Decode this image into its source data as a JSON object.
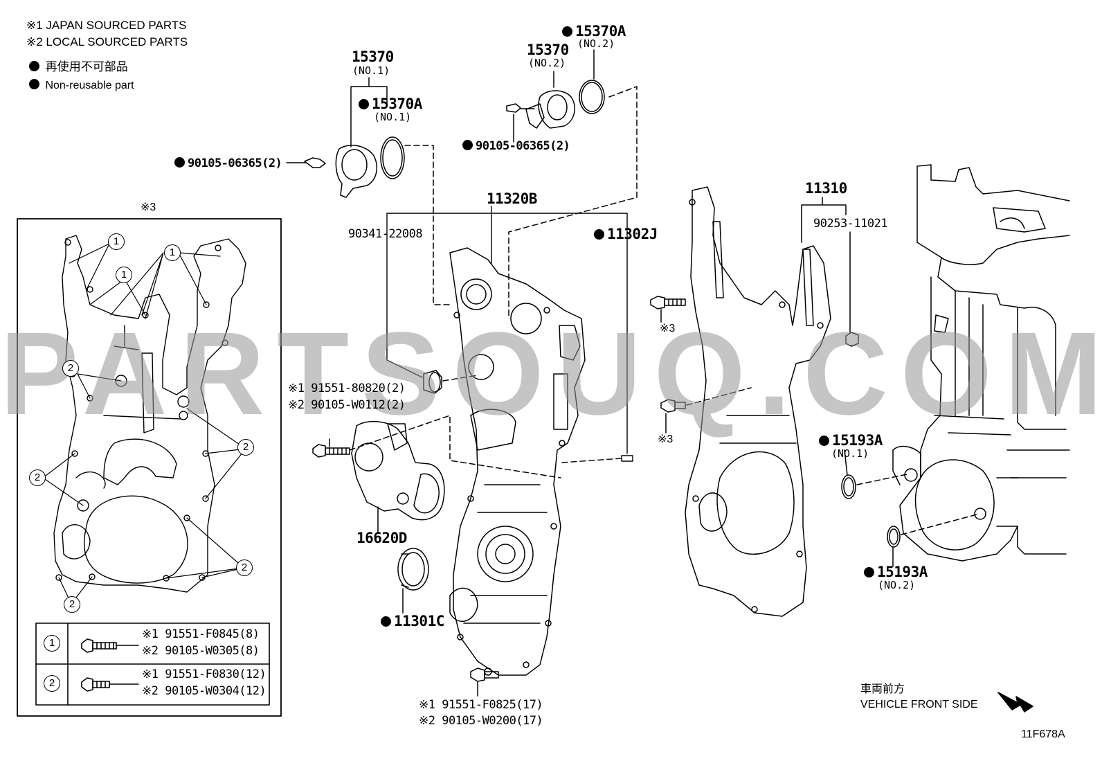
{
  "notes": {
    "japan": "※1 JAPAN SOURCED PARTS",
    "local": "※2 LOCAL SOURCED PARTS",
    "non_reusable_jp": "再使用不可部品",
    "non_reusable_en": "Non-reusable part"
  },
  "callouts": {
    "p15370_no1": "15370",
    "p15370_no1_sub": "(NO.1)",
    "p15370A_no1": "15370A",
    "p15370A_no1_sub": "(NO.1)",
    "p15370_no2": "15370",
    "p15370_no2_sub": "(NO.2)",
    "p15370A_no2": "15370A",
    "p15370A_no2_sub": "(NO.2)",
    "p90105_06365_left": "90105-06365(2)",
    "p90105_06365_top": "90105-06365(2)",
    "p11320B": "11320B",
    "p90341_22008": "90341-22008",
    "p11302J": "11302J",
    "p11310": "11310",
    "p90253_11021": "90253-11021",
    "ref3_a": "※3",
    "ref3_b": "※3",
    "ref3_box": "※3",
    "p91551_80820": "※1 91551-80820(2)",
    "p90105_W0112": "※2 90105-W0112(2)",
    "p16620D": "16620D",
    "p11301C": "11301C",
    "p15193A_no1": "15193A",
    "p15193A_no1_sub": "(NO.1)",
    "p15193A_no2": "15193A",
    "p15193A_no2_sub": "(NO.2)",
    "p91551_F0825": "※1 91551-F0825(17)",
    "p90105_W0200": "※2 90105-W0200(17)"
  },
  "detail_box": {
    "circle_1": "1",
    "circle_2": "2",
    "legend": [
      {
        "num": "1",
        "part_jp": "※1 91551-F0845(8)",
        "part_local": "※2 90105-W0305(8)"
      },
      {
        "num": "2",
        "part_jp": "※1 91551-F0830(12)",
        "part_local": "※2 90105-W0304(12)"
      }
    ]
  },
  "direction": {
    "jp": "車両前方",
    "en": "VEHICLE FRONT SIDE"
  },
  "figure_id": "11F678A",
  "watermark": "PARTSOUQ.COM"
}
